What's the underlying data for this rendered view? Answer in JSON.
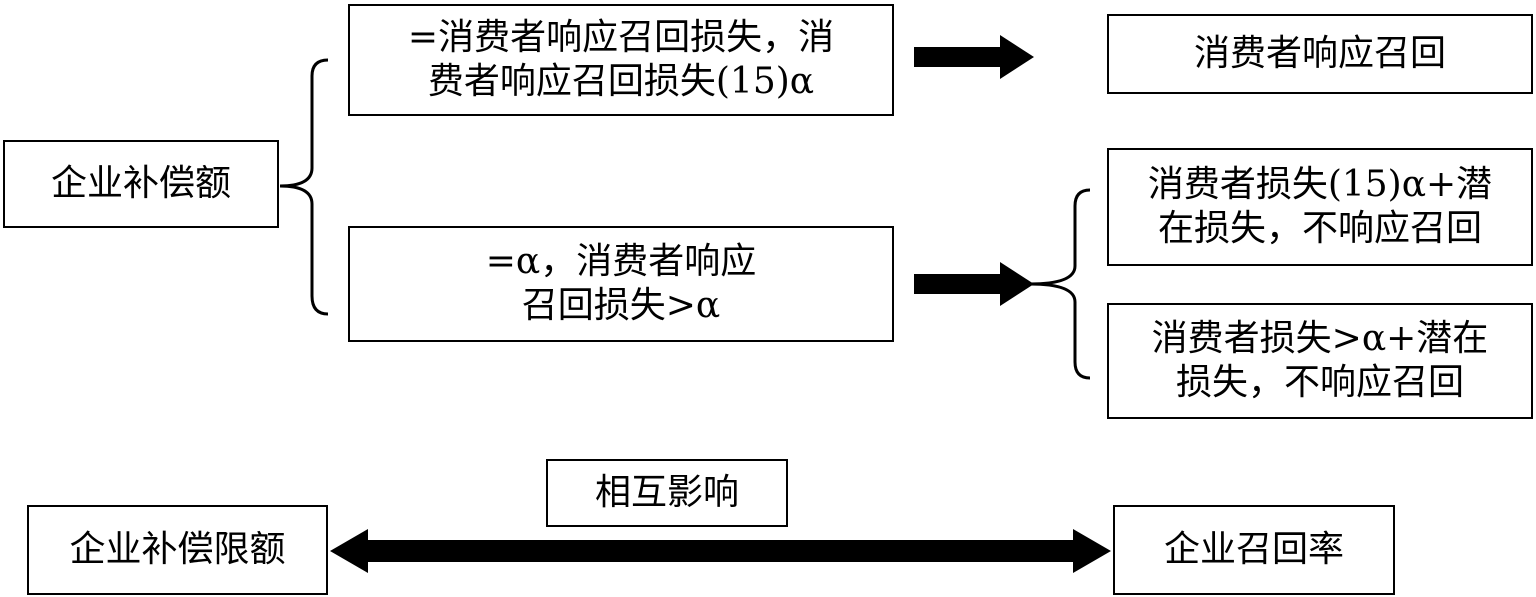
{
  "nodes": {
    "enterprise_compensation": "企业补偿额",
    "upper_condition_line1": "=消费者响应召回损失，消",
    "upper_condition_line2": "费者响应召回损失(15)α",
    "upper_outcome": "消费者响应召回",
    "lower_condition_line1": "=α，消费者响应",
    "lower_condition_line2": "召回损失>α",
    "lower_outcome_a_line1": "消费者损失(15)α+潜",
    "lower_outcome_a_line2": "在损失，不响应召回",
    "lower_outcome_b_line1": "消费者损失>α+潜在",
    "lower_outcome_b_line2": "损失，不响应召回",
    "mutual_influence": "相互影响",
    "compensation_limit": "企业补偿限额",
    "recall_rate": "企业召回率"
  },
  "colors": {
    "stroke": "#000000",
    "background": "#ffffff"
  }
}
